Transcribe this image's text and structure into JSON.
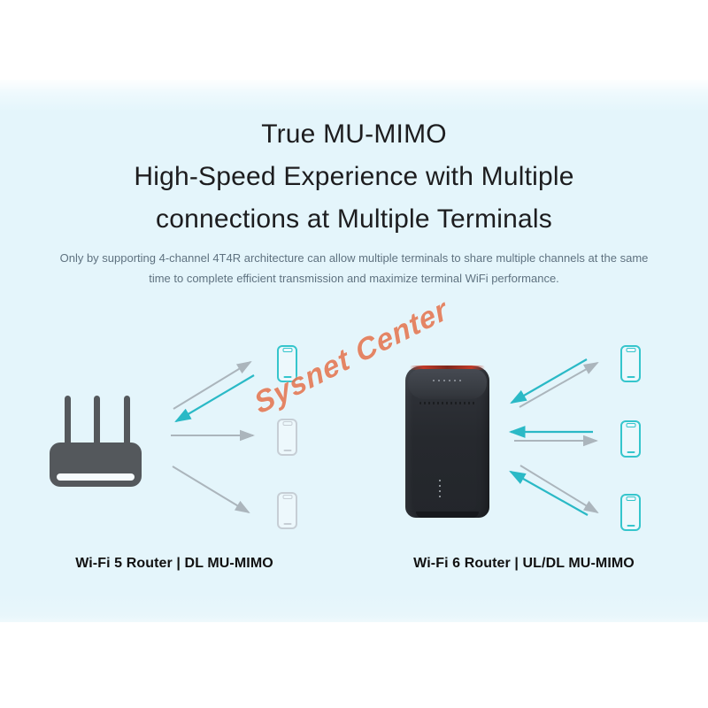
{
  "hero": {
    "title_line1": "True MU-MIMO",
    "title_line2": "High-Speed Experience with Multiple",
    "title_line3": "connections at Multiple Terminals",
    "subtitle_line1": "Only by supporting 4-channel 4T4R architecture can allow multiple terminals to share multiple channels at the same",
    "subtitle_line2": "time to complete efficient transmission and maximize terminal WiFi performance.",
    "watermark": "Sysnet Center",
    "wifi5_label": "Wi-Fi 5 Router | DL MU-MIMO",
    "wifi6_label": "Wi-Fi 6 Router | UL/DL MU-MIMO",
    "wifi5_phone_count": 3,
    "wifi6_phone_count": 3
  },
  "colors": {
    "page_background": "#ffffff",
    "panel_blue": "#e4f5fb",
    "title_text": "#1d1d1f",
    "subtitle_text": "#5f7280",
    "caption_text": "#111111",
    "uplink_arrow_teal": "#2ab9c6",
    "downlink_arrow_gray": "#abb5bc",
    "phone_teal_outline": "#35c5cc",
    "phone_gray_outline": "#c6ced5",
    "wifi5_router_gray": "#54585c",
    "wifi6_tower_body": "#26292e",
    "wifi6_tower_accent_red": "#c13a28",
    "watermark_orange": "#e0643a"
  },
  "icons": {
    "wifi5_router": "wifi5-router-icon",
    "wifi6_router": "wifi6-tower-router-icon",
    "phone": "smartphone-icon",
    "uplink": "uplink-arrow",
    "downlink": "downlink-arrow"
  }
}
